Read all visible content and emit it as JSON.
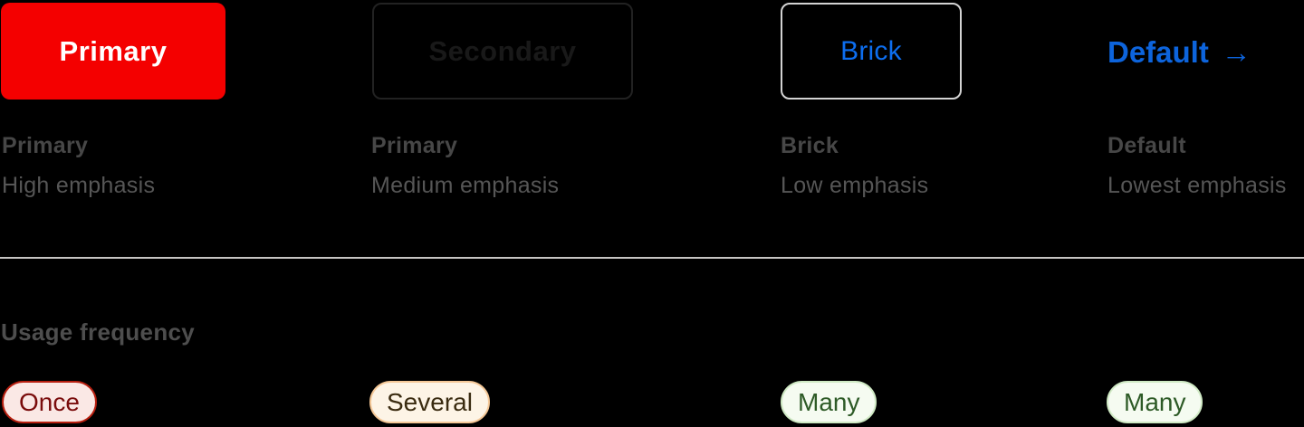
{
  "columns": [
    {
      "button": {
        "label": "Primary",
        "style": "filled",
        "bg_color": "#f40000",
        "text_color": "#ffffff"
      },
      "title": "Primary",
      "subtitle": "High emphasis",
      "tag": {
        "label": "Once",
        "bg": "#fae8e5",
        "border": "#b71f10",
        "text": "#7a0c0c"
      }
    },
    {
      "button": {
        "label": "Secondary",
        "style": "outlined-dark",
        "border_color": "#222222",
        "text_color": "#191919"
      },
      "title": "Primary",
      "subtitle": "Medium emphasis",
      "tag": {
        "label": "Several",
        "bg": "#fdf4e6",
        "border": "#f5c897",
        "text": "#3a2b10"
      }
    },
    {
      "button": {
        "label": "Brick",
        "style": "outlined-light",
        "border_color": "#d3d3d3",
        "text_color": "#0d6ef0"
      },
      "title": "Brick",
      "subtitle": "Low emphasis",
      "tag": {
        "label": "Many",
        "bg": "#f5fbf1",
        "border": "#cfe9c4",
        "text": "#2d5a26"
      }
    },
    {
      "button": {
        "label": "Default",
        "arrow": "→",
        "style": "link",
        "text_color": "#0d64dc"
      },
      "title": "Default",
      "subtitle": "Lowest emphasis",
      "tag": {
        "label": "Many",
        "bg": "#f5fbf1",
        "border": "#cfe9c4",
        "text": "#2d5a26"
      }
    }
  ],
  "usage_heading": "Usage frequency"
}
